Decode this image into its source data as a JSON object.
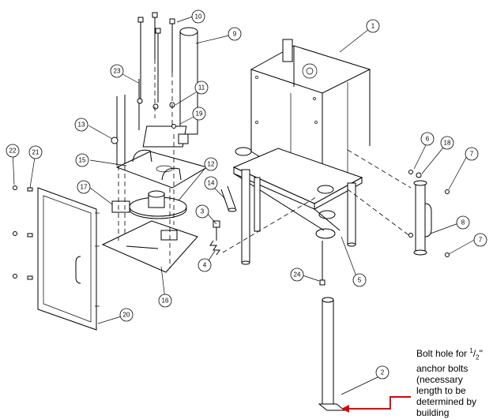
{
  "callouts": [
    "1",
    "2",
    "3",
    "4",
    "5",
    "6",
    "7",
    "8",
    "9",
    "10",
    "11",
    "12",
    "13",
    "14",
    "15",
    "16",
    "17",
    "18",
    "19",
    "20",
    "21",
    "22",
    "23",
    "24"
  ],
  "note": {
    "line1_a": "Bolt hole for ",
    "line1_num": "1",
    "line1_slash": "/",
    "line1_den": "2",
    "line1_b": "\"",
    "rest": "anchor bolts (necessary length to be determined by building"
  },
  "colors": {
    "lines": "#000000",
    "arrow": "#e00000",
    "background": "#ffffff"
  }
}
